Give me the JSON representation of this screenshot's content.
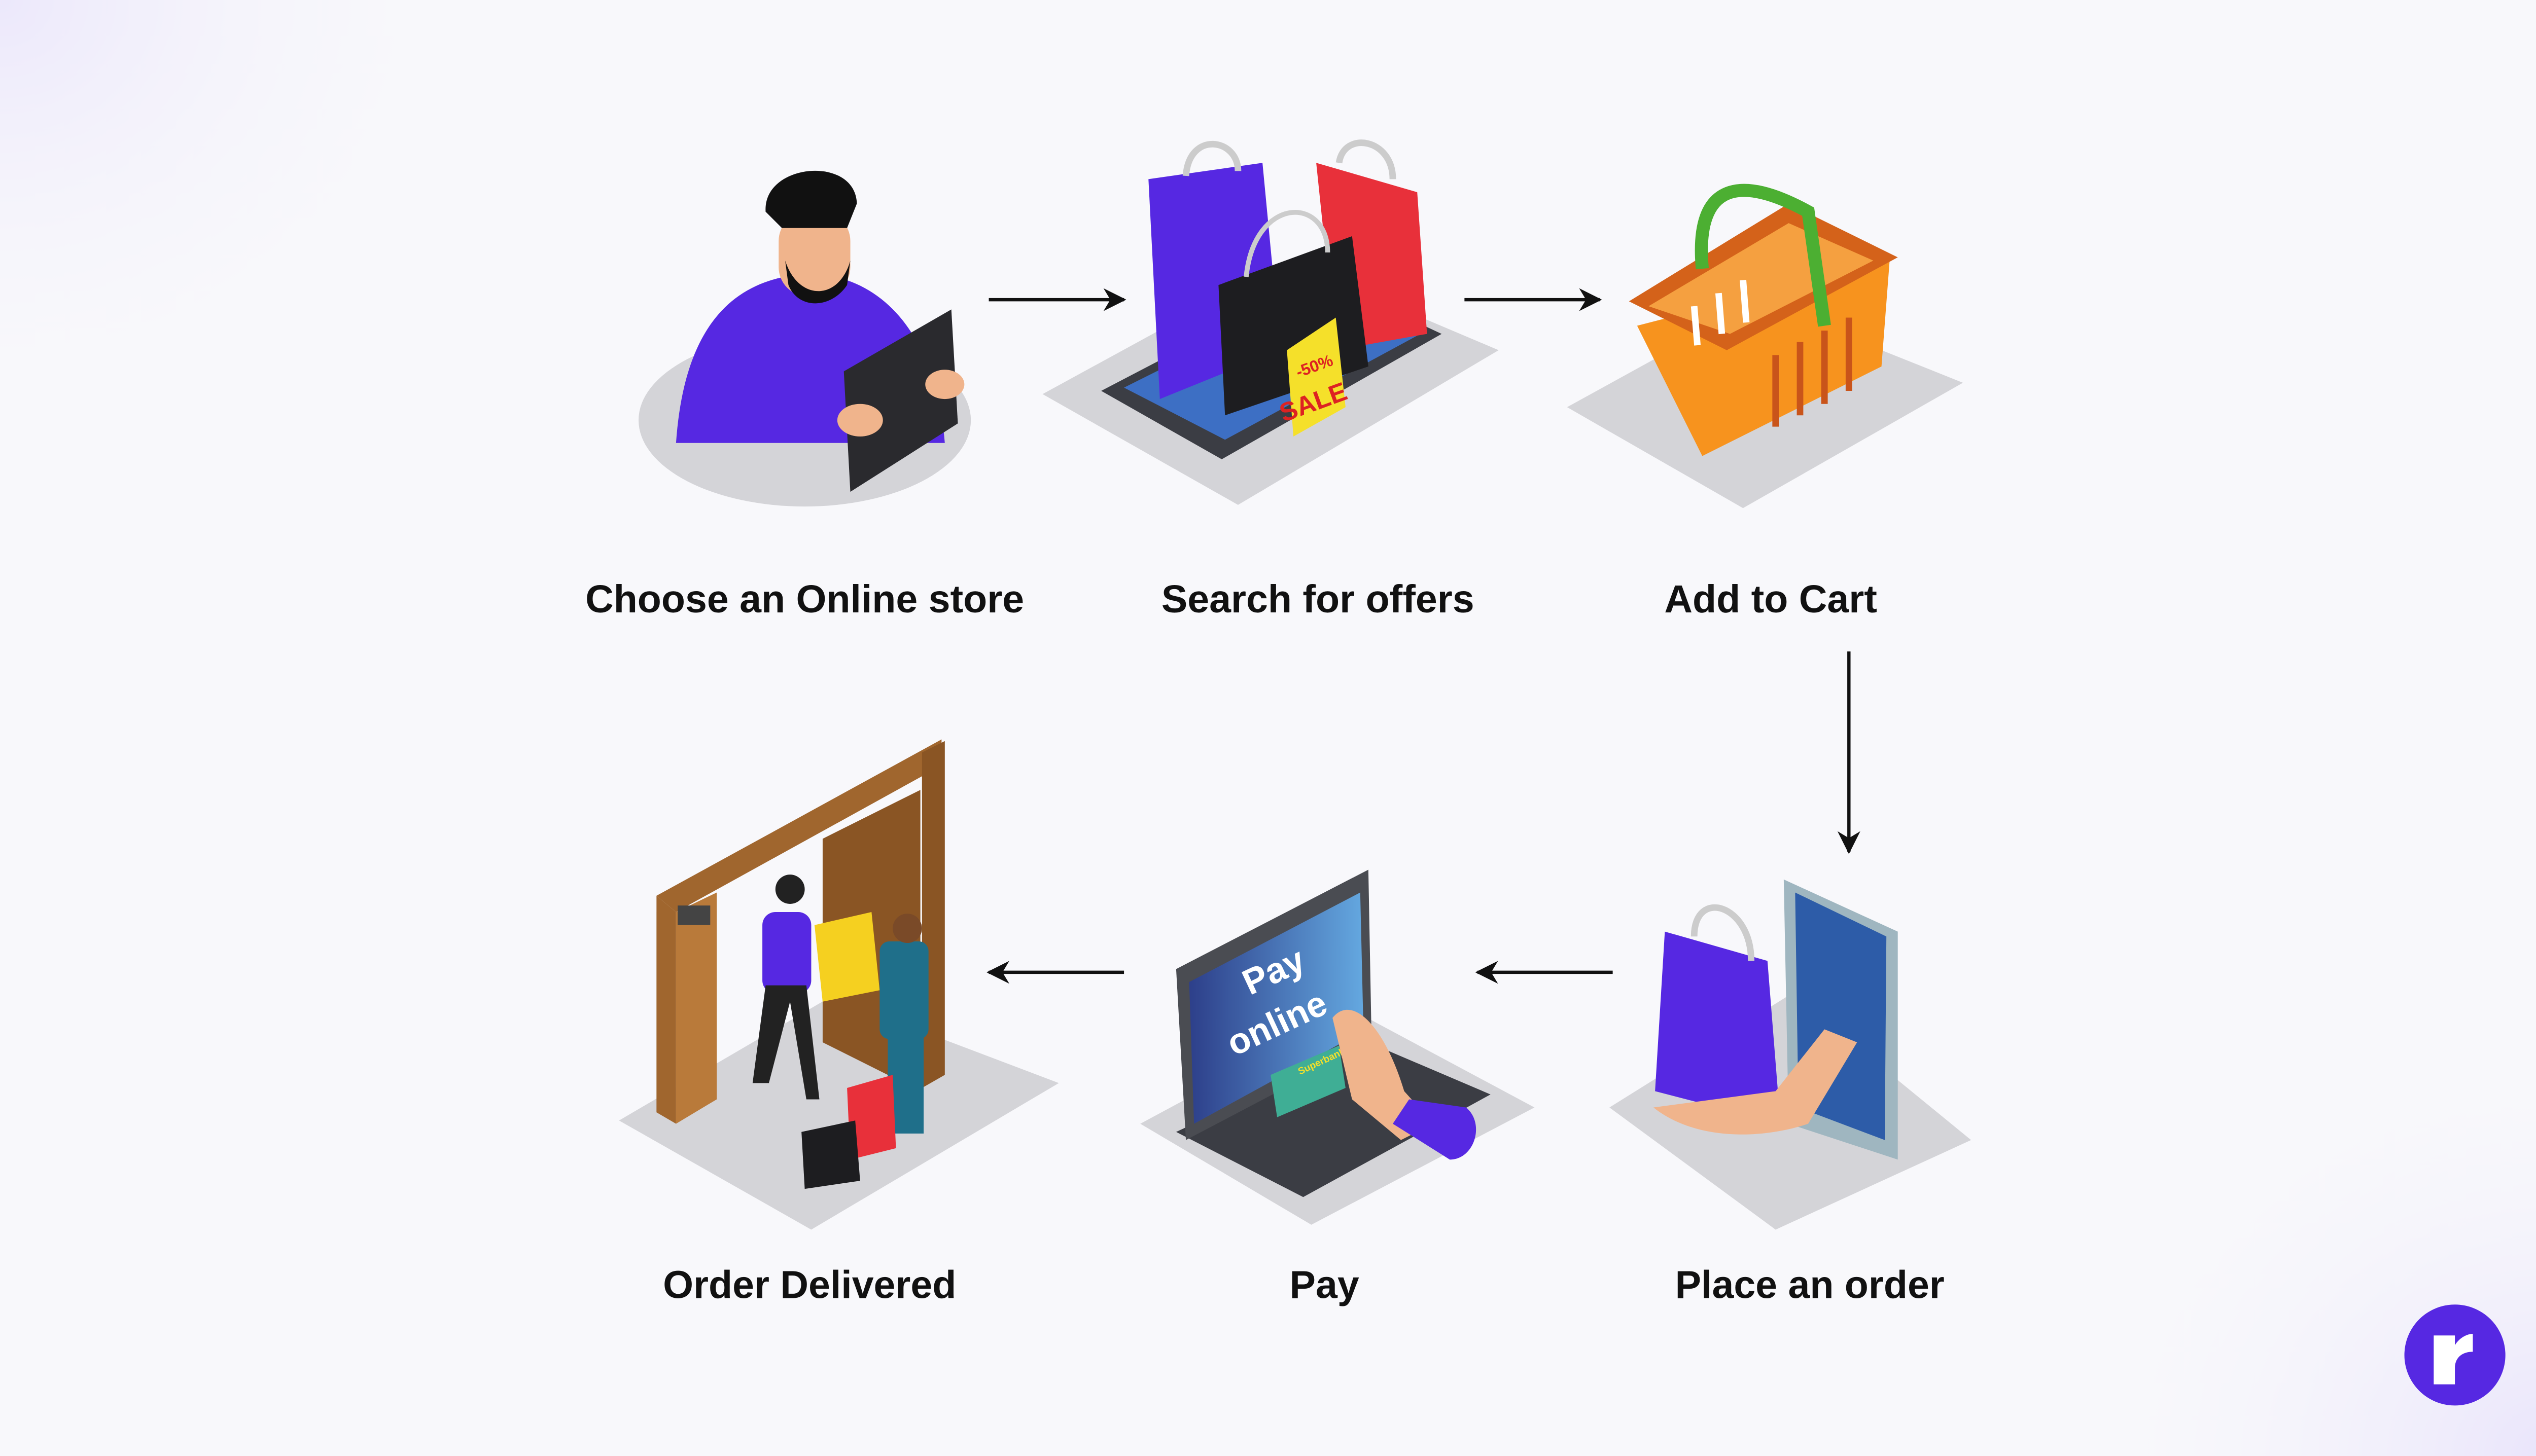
{
  "colors": {
    "accent": "#5628e2",
    "background": "#f8f8fb",
    "text": "#111111",
    "platform": "#d4d4d8"
  },
  "steps": [
    {
      "label": "Choose an Online store",
      "icon": "person-with-tablet-icon"
    },
    {
      "label": "Search for offers",
      "icon": "shopping-bags-on-phone-icon"
    },
    {
      "label": "Add to Cart",
      "icon": "shopping-basket-icon"
    },
    {
      "label": "Place an order",
      "icon": "phone-with-bag-icon"
    },
    {
      "label": "Pay",
      "icon": "laptop-pay-online-icon"
    },
    {
      "label": "Order Delivered",
      "icon": "door-delivery-icon"
    }
  ],
  "art_text": {
    "sale_percent": "-50%",
    "sale": "SALE",
    "pay": "Pay",
    "online": "online",
    "bank": "Superbank"
  },
  "logo": {
    "letter": "r"
  }
}
